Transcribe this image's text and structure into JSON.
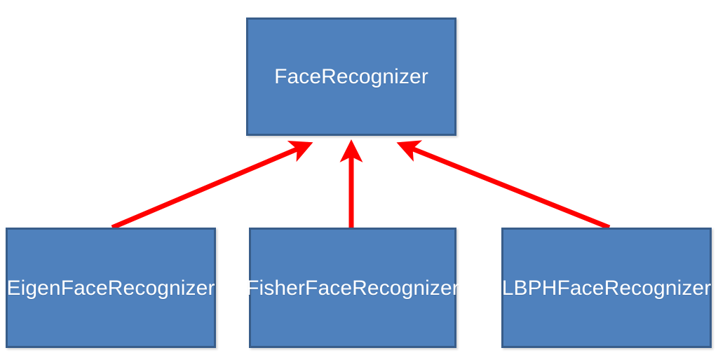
{
  "diagram": {
    "kind": "class-inheritance-diagram",
    "background_color": "#ffffff",
    "node_fill_color": "#4f81bd",
    "node_border_color": "#385d8a",
    "node_text_color": "#ffffff",
    "arrow_color": "#ff0000",
    "base_node": {
      "id": "face-recognizer",
      "label": "FaceRecognizer"
    },
    "derived_nodes": [
      {
        "id": "eigen-face-recognizer",
        "label": "EigenFaceRecognizer"
      },
      {
        "id": "fisher-face-recognizer",
        "label": "FisherFaceRecognizer"
      },
      {
        "id": "lbph-face-recognizer",
        "label": "LBPHFaceRecognizer"
      }
    ],
    "edges": [
      {
        "id": "edge-eigen-to-base",
        "from": "EigenFaceRecognizer",
        "to": "FaceRecognizer",
        "style": "solid",
        "arrowhead": "triangle",
        "direction": "up-right"
      },
      {
        "id": "edge-fisher-to-base",
        "from": "FisherFaceRecognizer",
        "to": "FaceRecognizer",
        "style": "solid",
        "arrowhead": "triangle",
        "direction": "up"
      },
      {
        "id": "edge-lbph-to-base",
        "from": "LBPHFaceRecognizer",
        "to": "FaceRecognizer",
        "style": "solid",
        "arrowhead": "triangle",
        "direction": "up-left"
      }
    ]
  }
}
